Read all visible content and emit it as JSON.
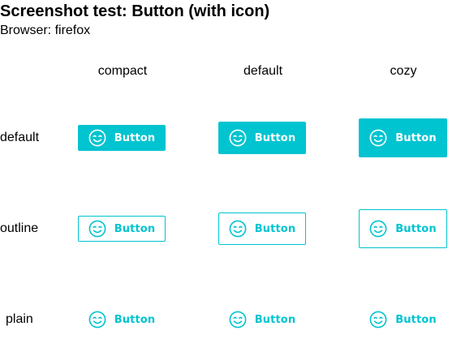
{
  "header": {
    "title": "Screenshot test: Button (with icon)",
    "subtitle": "Browser: firefox"
  },
  "columns": [
    "compact",
    "default",
    "cozy"
  ],
  "rows": [
    "default",
    "outline",
    "plain"
  ],
  "button": {
    "label": "Button",
    "icon": "smiley-face-icon"
  },
  "colors": {
    "accent": "#00c4d0",
    "on_accent": "#ffffff"
  }
}
